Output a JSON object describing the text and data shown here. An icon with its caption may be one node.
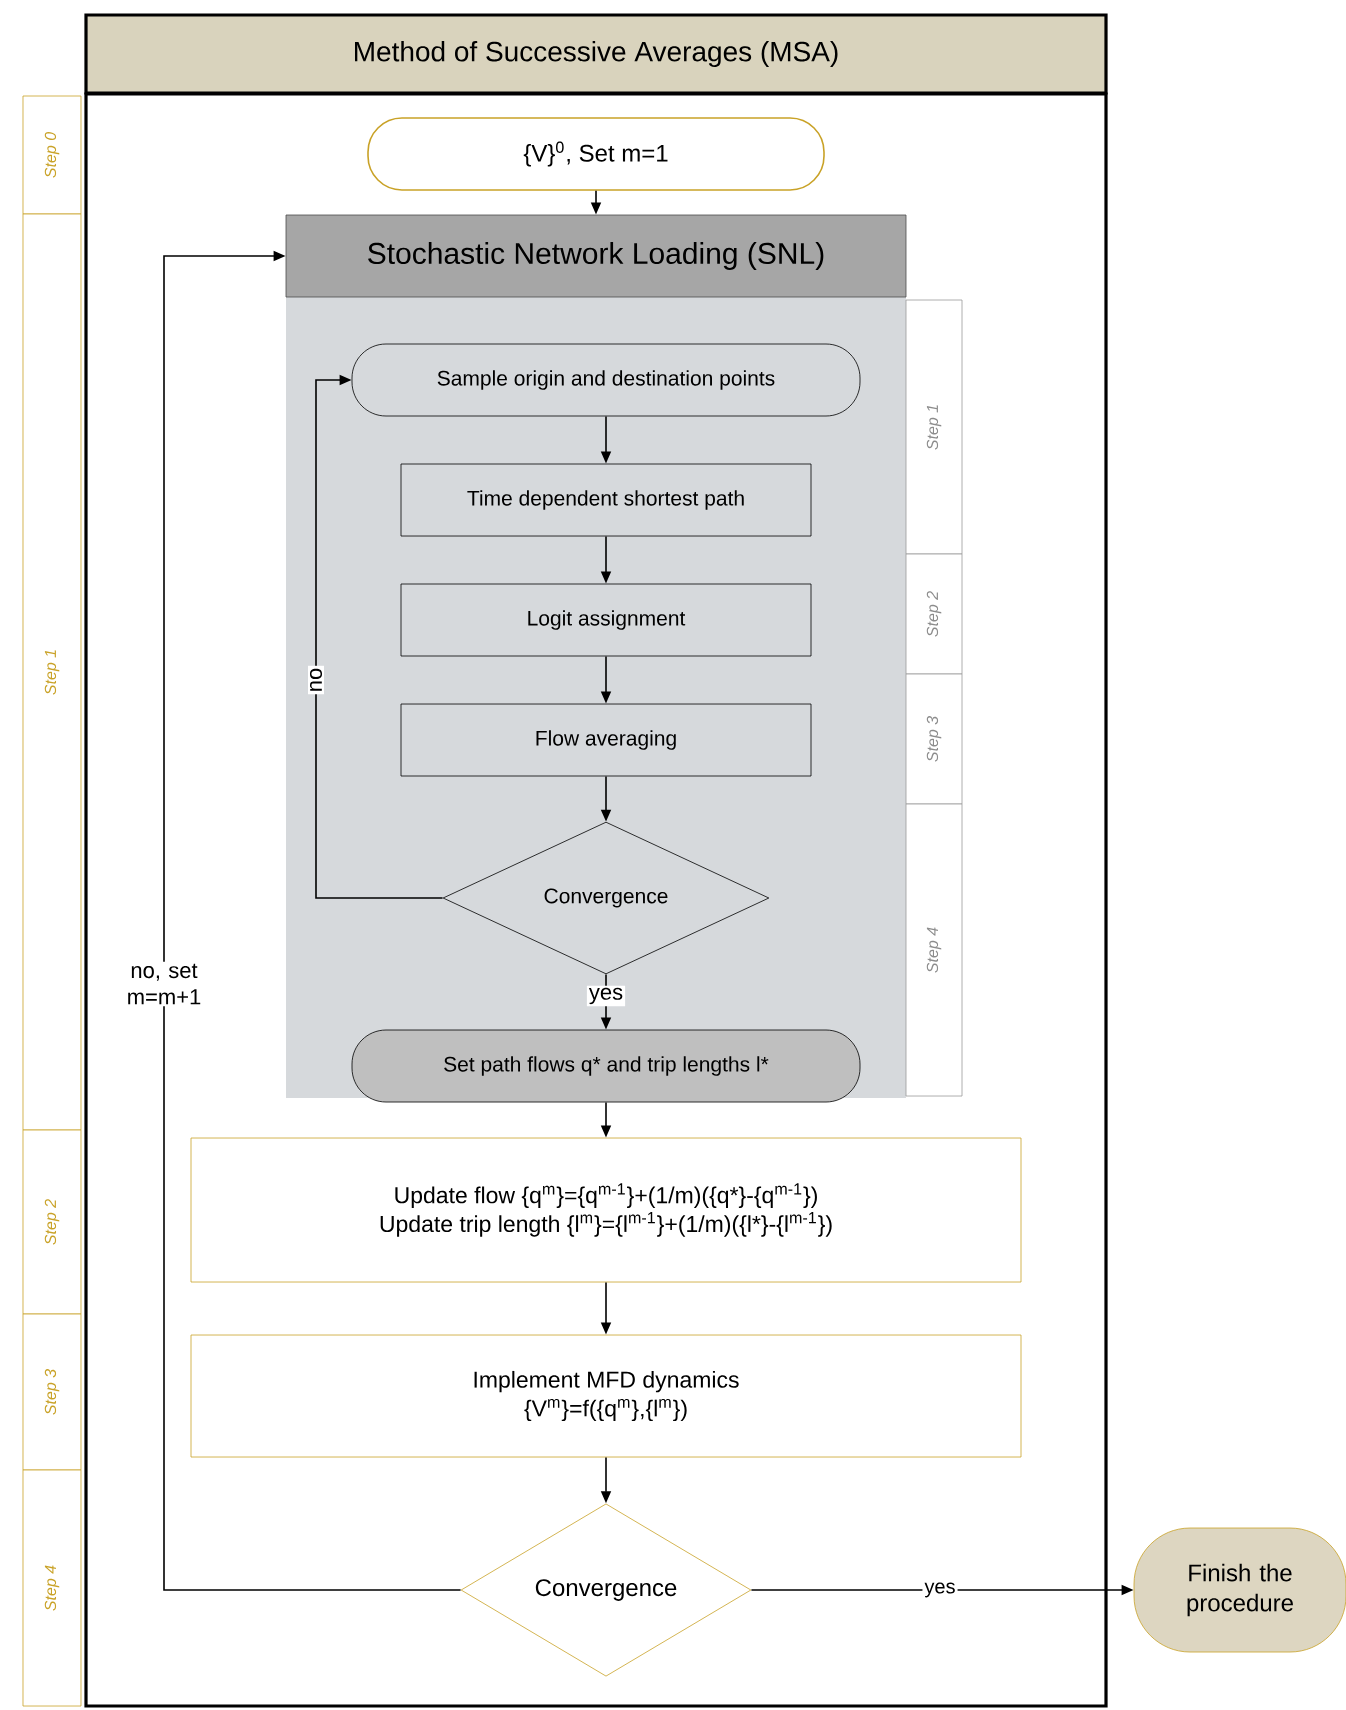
{
  "diagram": {
    "nodes": [
      {
        "text": [
          "Method of Successive Averages (MSA)"
        ]
      },
      {
        "text": [
          "{V}$^{0}$, Set m=1"
        ],
        "in": 0
      },
      {
        "text": [
          "Stochastic Network Loading (SNL)"
        ],
        "in": 0
      },
      {
        "text": [
          "Sample origin and destination points"
        ],
        "in": 2
      },
      {
        "text": [
          "Time dependent shortest path"
        ],
        "in": 2
      },
      {
        "text": [
          "Logit assignment"
        ],
        "in": 2
      },
      {
        "text": [
          "Flow averaging"
        ],
        "in": 2
      },
      {
        "text": [
          "Convergence"
        ],
        "in": 2
      },
      {
        "text": [
          "Set path flows q* and trip lengths l*"
        ],
        "in": 2
      },
      {
        "text": [
          "Update flow {q$^{m}$}={q$^{m-1}$}+(1/m)({q*}-{q$^{m-1}$})",
          "Update trip length {l$^{m}$}={l$^{m-1}$}+(1/m)({l*}-{l$^{m-1}$})"
        ],
        "in": 0
      },
      {
        "text": [
          "Implement MFD dynamics",
          "{V$^{m}$}=f({q$^{m}$},{l$^{m}$})"
        ],
        "in": 0
      },
      {
        "text": [
          "Convergence"
        ],
        "in": 0
      },
      {
        "text": [
          "Finish the procedure"
        ]
      },
      {
        "text": [
          "Step 0"
        ]
      },
      {
        "text": [
          "Step 1"
        ]
      },
      {
        "text": [
          "Step 2"
        ]
      },
      {
        "text": [
          "Step 3"
        ]
      },
      {
        "text": [
          "Step 4"
        ]
      },
      {
        "text": [
          "Step 1"
        ],
        "in": 0
      },
      {
        "text": [
          "Step 2"
        ],
        "in": 0
      },
      {
        "text": [
          "Step 3"
        ],
        "in": 0
      },
      {
        "text": [
          "Step 4"
        ],
        "in": 0
      }
    ],
    "edges": [
      {
        "from": 1,
        "to": 2,
        "arrow": "to"
      },
      {
        "from": 3,
        "to": 4,
        "arrow": "to"
      },
      {
        "from": 4,
        "to": 5,
        "arrow": "to"
      },
      {
        "from": 5,
        "to": 6,
        "arrow": "to"
      },
      {
        "from": 6,
        "to": 7,
        "arrow": "to"
      },
      {
        "from": 7,
        "to": 3,
        "arrow": "to",
        "label": "no"
      },
      {
        "from": 7,
        "to": 8,
        "arrow": "to",
        "label": "yes"
      },
      {
        "from": 8,
        "to": 9,
        "arrow": "to"
      },
      {
        "from": 9,
        "to": 10,
        "arrow": "to"
      },
      {
        "from": 10,
        "to": 11,
        "arrow": "to"
      },
      {
        "from": 11,
        "to": 2,
        "arrow": "to",
        "label": "no, set m=m+1"
      },
      {
        "from": 11,
        "to": 12,
        "arrow": "to",
        "label": "yes"
      }
    ]
  }
}
